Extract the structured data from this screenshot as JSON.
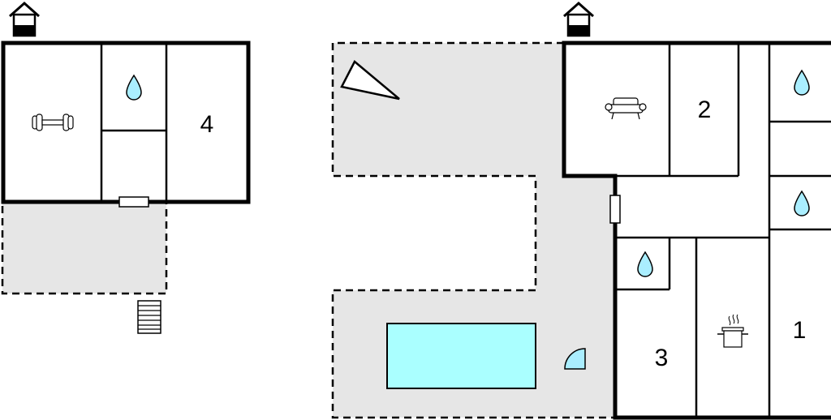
{
  "floorplan": {
    "left_building": {
      "room_labels": [
        "4"
      ],
      "icons": [
        "house-icon",
        "dumbbell-icon",
        "water-drop-icon",
        "door-icon",
        "stairs-icon"
      ]
    },
    "right_building": {
      "room_labels": [
        "2",
        "3",
        "1"
      ],
      "icons": [
        "house-icon",
        "sofa-icon",
        "water-drop-icon",
        "water-drop-icon",
        "water-drop-icon",
        "cooking-pot-icon",
        "door-icon",
        "garden-triangle-icon",
        "shower-icon"
      ]
    },
    "colors": {
      "wall": "#000000",
      "terrace": "#e6e6e6",
      "pool": "#aaffff",
      "water_drop": "#aaeeff"
    }
  }
}
